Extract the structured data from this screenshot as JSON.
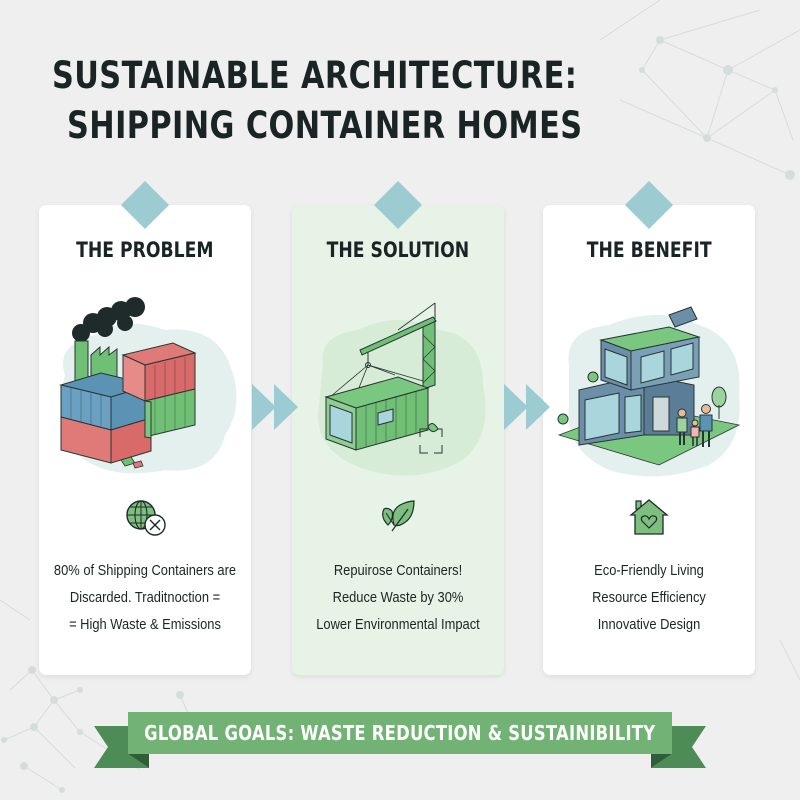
{
  "title": {
    "line1": "SUSTAINABLE ARCHITECTURE:",
    "line2": "SHIPPING CONTAINER HOMES"
  },
  "cards": [
    {
      "heading": "THE PROBLEM",
      "illustration": "stacked-containers-factory-smoke",
      "icon": "globe-x-icon",
      "lines": [
        "80% of Shipping Containers are",
        "Discarded. Traditnoction =",
        "= High Waste & Emissions"
      ]
    },
    {
      "heading": "THE SOLUTION",
      "illustration": "crane-lifting-container-recycle",
      "icon": "leaf-icon",
      "lines": [
        "Repuirose Containers!",
        "Reduce Waste by 30%",
        "Lower Environmental Impact"
      ]
    },
    {
      "heading": "THE BENEFIT",
      "illustration": "container-house-family",
      "icon": "house-heart-icon",
      "lines": [
        "Eco-Friendly Living",
        "Resource Efficiency",
        "Innovative Design"
      ]
    }
  ],
  "banner": {
    "text": "GLOBAL GOALS: WASTE REDUCTION & SUSTAINIBILITY"
  },
  "colors": {
    "background": "#efefef",
    "accent_teal": "#9ccbd1",
    "banner_green": "#72b274",
    "banner_dark_green": "#4e8c57",
    "solution_card_bg": "#e6f3e6",
    "text_dark": "#1a2424"
  }
}
